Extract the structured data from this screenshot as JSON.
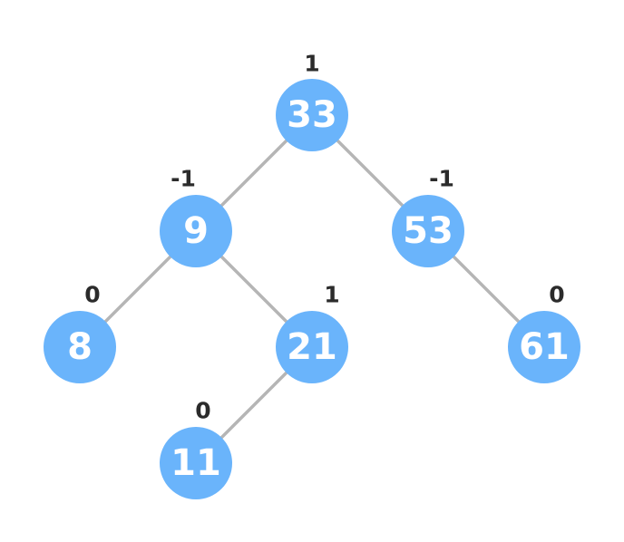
{
  "tree": {
    "nodes": [
      {
        "id": "n33",
        "value": "33",
        "balance": "1"
      },
      {
        "id": "n9",
        "value": "9",
        "balance": "-1"
      },
      {
        "id": "n53",
        "value": "53",
        "balance": "-1"
      },
      {
        "id": "n8",
        "value": "8",
        "balance": "0"
      },
      {
        "id": "n21",
        "value": "21",
        "balance": "1"
      },
      {
        "id": "n61",
        "value": "61",
        "balance": "0"
      },
      {
        "id": "n11",
        "value": "11",
        "balance": "0"
      }
    ],
    "edges": [
      {
        "from": "n33",
        "to": "n9"
      },
      {
        "from": "n33",
        "to": "n53"
      },
      {
        "from": "n9",
        "to": "n8"
      },
      {
        "from": "n9",
        "to": "n21"
      },
      {
        "from": "n53",
        "to": "n61"
      },
      {
        "from": "n21",
        "to": "n11"
      }
    ],
    "colors": {
      "node": "#6ab4fb",
      "edge": "#b5b5b5",
      "node_text": "#ffffff",
      "balance_text": "#2b2b2b"
    }
  }
}
